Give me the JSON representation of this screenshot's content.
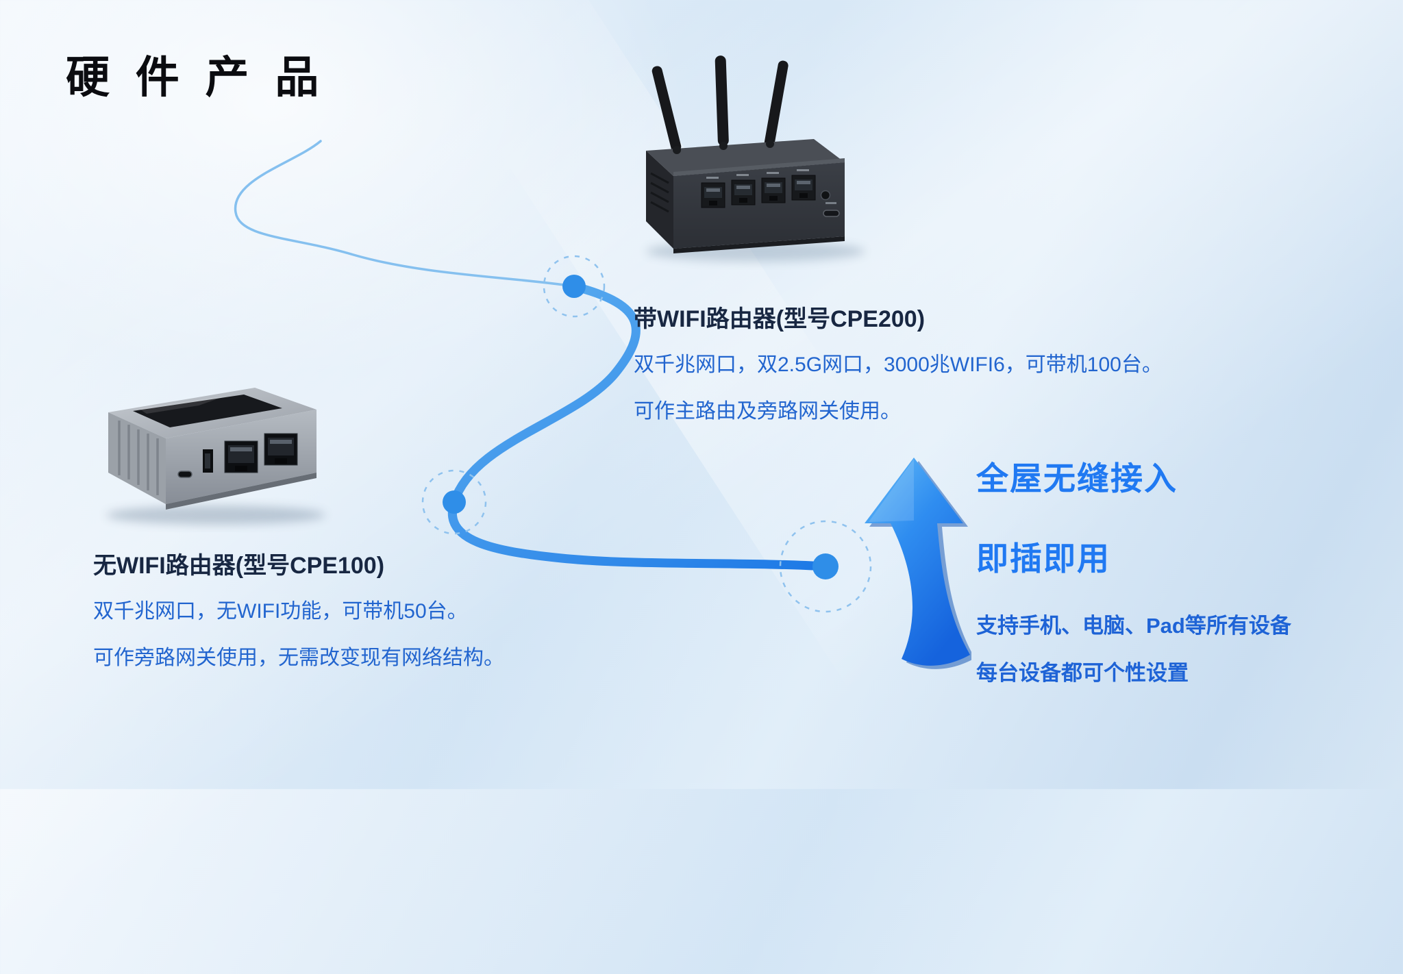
{
  "slide": {
    "title": "硬 件 产 品"
  },
  "products": [
    {
      "id": "CPE200",
      "name": "带WIFI路由器(型号CPE200)",
      "desc1": "双千兆网口，双2.5G网口，3000兆WIFI6，可带机100台。",
      "desc2": "可作主路由及旁路网关使用。"
    },
    {
      "id": "CPE100",
      "name": "无WIFI路由器(型号CPE100)",
      "desc1": "双千兆网口，无WIFI功能，可带机50台。",
      "desc2": "可作旁路网关使用，无需改变现有网络结构。"
    }
  ],
  "features": {
    "headline_1": "全屋无缝接入",
    "headline_2": "即插即用",
    "line_1": "支持手机、电脑、Pad等所有设备",
    "line_2": "每台设备都可个性设置"
  },
  "icons": {
    "router_wifi": "router-with-antennas",
    "router_no_wifi": "router-no-antennas",
    "arrow": "up-arrow",
    "connector": "curved-connector-line-with-nodes"
  },
  "colors": {
    "accent_blue": "#2079f2",
    "text_blue": "#2265cf",
    "heading_dark": "#182742",
    "connector_blue": "#2f8de8",
    "background_light": "#dfeaf6",
    "title_black": "#0b0c10"
  }
}
